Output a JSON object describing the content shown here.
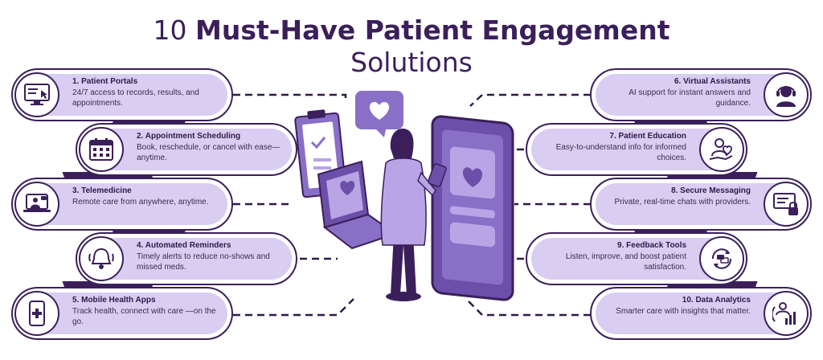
{
  "title": {
    "prefix": "10 ",
    "bold": "Must-Have Patient Engagement",
    "line2": "Solutions"
  },
  "items": [
    {
      "heading": "1. Patient Portals",
      "desc": "24/7 access to records, results, and appointments.",
      "icon": "monitor-cursor-icon"
    },
    {
      "heading": "2. Appointment Scheduling",
      "desc": "Book, reschedule, or cancel with ease—anytime.",
      "icon": "calendar-icon"
    },
    {
      "heading": "3. Telemedicine",
      "desc": "Remote care from anywhere, anytime.",
      "icon": "laptop-doctor-icon"
    },
    {
      "heading": "4. Automated Reminders",
      "desc": "Timely alerts to reduce no-shows and missed meds.",
      "icon": "bell-icon"
    },
    {
      "heading": "5. Mobile Health Apps",
      "desc": "Track health, connect with care —on the go.",
      "icon": "phone-cross-icon"
    },
    {
      "heading": "6. Virtual Assistants",
      "desc": "AI support for instant answers and guidance.",
      "icon": "headset-agent-icon"
    },
    {
      "heading": "7. Patient Education",
      "desc": "Easy-to-understand info for informed choices.",
      "icon": "person-heart-icon"
    },
    {
      "heading": "8. Secure Messaging",
      "desc": "Private, real-time chats with providers.",
      "icon": "message-lock-icon"
    },
    {
      "heading": "9. Feedback Tools",
      "desc": "Listen, improve, and boost patient satisfaction.",
      "icon": "feedback-cycle-icon"
    },
    {
      "heading": "10. Data Analytics",
      "desc": "Smarter care with insights that matter.",
      "icon": "analytics-person-icon"
    }
  ],
  "colors": {
    "primary_dark": "#3b1f5a",
    "card_fill": "#d9cdf2",
    "illustration_mid": "#8a6fc7",
    "illustration_light": "#b9a5e6"
  }
}
